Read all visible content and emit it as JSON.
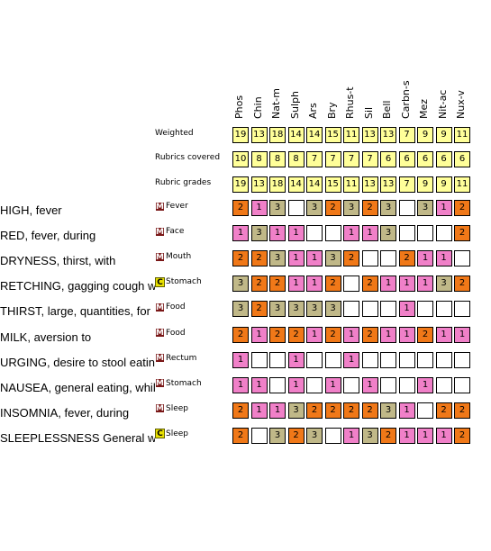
{
  "remedies": [
    "Phos",
    "Chin",
    "Nat-m",
    "Sulph",
    "Ars",
    "Bry",
    "Rhus-t",
    "Sil",
    "Bell",
    "Carbn-s",
    "Mez",
    "Nit-ac",
    "Nux-v"
  ],
  "stats": [
    {
      "label": "Weighted",
      "values": [
        19,
        13,
        18,
        14,
        14,
        15,
        11,
        13,
        13,
        7,
        9,
        9,
        11
      ]
    },
    {
      "label": "Rubrics covered",
      "values": [
        10,
        8,
        8,
        8,
        7,
        7,
        7,
        7,
        6,
        6,
        6,
        6,
        6
      ]
    },
    {
      "label": "Rubric grades",
      "values": [
        19,
        13,
        18,
        14,
        14,
        15,
        11,
        13,
        13,
        7,
        9,
        9,
        11
      ]
    }
  ],
  "rubrics": [
    {
      "text": "HIGH, fever",
      "badge": "M",
      "chapter": "Fever",
      "grades": [
        2,
        1,
        3,
        0,
        3,
        2,
        3,
        2,
        3,
        0,
        3,
        1,
        2
      ]
    },
    {
      "text": "RED, fever, during",
      "badge": "M",
      "chapter": "Face",
      "grades": [
        1,
        3,
        1,
        1,
        0,
        0,
        1,
        1,
        3,
        0,
        0,
        0,
        2
      ]
    },
    {
      "text": "DRYNESS, thirst, with",
      "badge": "M",
      "chapter": "Mouth",
      "grades": [
        2,
        2,
        3,
        1,
        1,
        3,
        2,
        0,
        0,
        2,
        1,
        1,
        0
      ]
    },
    {
      "text": "RETCHING, gagging  cough with",
      "badge": "C",
      "chapter": "Stomach",
      "grades": [
        3,
        2,
        2,
        1,
        1,
        2,
        0,
        2,
        1,
        1,
        1,
        3,
        2
      ]
    },
    {
      "text": "THIRST, large, quantities, for",
      "badge": "M",
      "chapter": "Food",
      "grades": [
        3,
        2,
        3,
        3,
        3,
        3,
        0,
        0,
        0,
        1,
        0,
        0,
        0
      ]
    },
    {
      "text": "MILK, aversion to",
      "badge": "M",
      "chapter": "Food",
      "grades": [
        2,
        1,
        2,
        2,
        1,
        2,
        1,
        2,
        1,
        1,
        2,
        1,
        1
      ]
    },
    {
      "text": "URGING, desire to stool eating, ",
      "badge": "M",
      "chapter": "Rectum",
      "grades": [
        1,
        0,
        0,
        1,
        0,
        0,
        1,
        0,
        0,
        0,
        0,
        0,
        0
      ]
    },
    {
      "text": "NAUSEA, general eating, while a",
      "badge": "M",
      "chapter": "Stomach",
      "grades": [
        1,
        1,
        0,
        1,
        0,
        1,
        0,
        1,
        0,
        0,
        1,
        0,
        0
      ]
    },
    {
      "text": "INSOMNIA, fever, during",
      "badge": "M",
      "chapter": "Sleep",
      "grades": [
        2,
        1,
        1,
        3,
        2,
        2,
        2,
        2,
        3,
        1,
        0,
        2,
        2
      ]
    },
    {
      "text": "SLEEPLESSNESS General  waking",
      "badge": "C",
      "chapter": "Sleep",
      "grades": [
        2,
        0,
        3,
        2,
        3,
        0,
        1,
        3,
        2,
        1,
        1,
        1,
        2
      ]
    }
  ],
  "colors": {
    "stat_fill": "#ffff99",
    "grade_1": "#f080c8",
    "grade_2": "#f07818",
    "grade_3": "#c0b888",
    "empty": "#ffffff",
    "badge_M_fill": "#7a1818",
    "badge_M_text": "#ffffff",
    "badge_C_fill": "#e8e000",
    "badge_C_text": "#000000"
  }
}
